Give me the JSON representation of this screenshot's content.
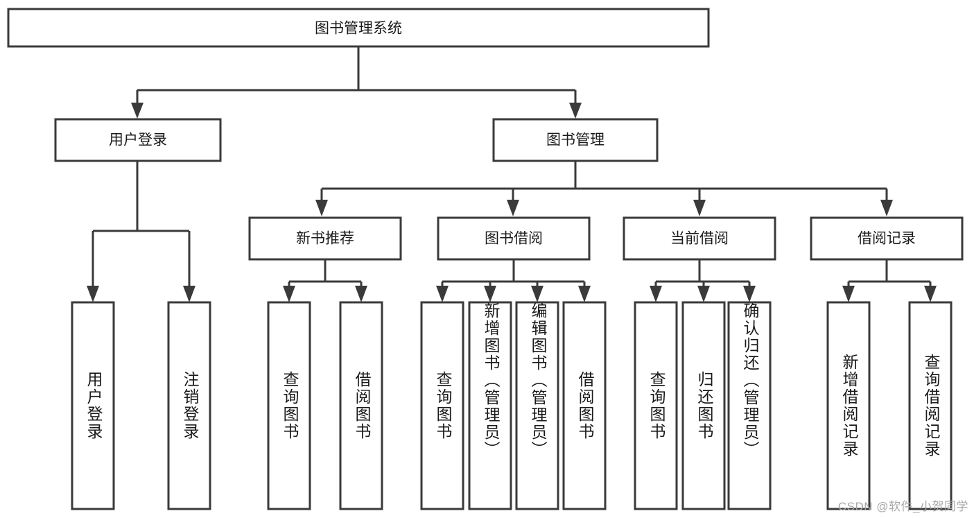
{
  "diagram": {
    "title": "图书管理系统",
    "watermark": "CSDN @软件_小贺同学",
    "stroke_color": "#3a3a3a",
    "fill_color": "#ffffff",
    "text_color": "#1a1a1a",
    "watermark_color": "#a8a8a8"
  },
  "chart_data": {
    "type": "tree",
    "title": "图书管理系统",
    "root": {
      "label": "图书管理系统",
      "children": [
        {
          "label": "用户登录",
          "children": [
            {
              "label": "用户登录"
            },
            {
              "label": "注销登录"
            }
          ]
        },
        {
          "label": "图书管理",
          "children": [
            {
              "label": "新书推荐",
              "children": [
                {
                  "label": "查询图书"
                },
                {
                  "label": "借阅图书"
                }
              ]
            },
            {
              "label": "图书借阅",
              "children": [
                {
                  "label": "查询图书"
                },
                {
                  "label": "新增图书（管理员）"
                },
                {
                  "label": "编辑图书（管理员）"
                },
                {
                  "label": "借阅图书"
                }
              ]
            },
            {
              "label": "当前借阅",
              "children": [
                {
                  "label": "查询图书"
                },
                {
                  "label": "归还图书"
                },
                {
                  "label": "确认归还（管理员）"
                }
              ]
            },
            {
              "label": "借阅记录",
              "children": [
                {
                  "label": "新增借阅记录"
                },
                {
                  "label": "查询借阅记录"
                }
              ]
            }
          ]
        }
      ]
    }
  },
  "nodes": {
    "root": {
      "label": "图书管理系统"
    },
    "level1": [
      {
        "label": "用户登录"
      },
      {
        "label": "图书管理"
      }
    ],
    "level2": [
      {
        "label": "新书推荐"
      },
      {
        "label": "图书借阅"
      },
      {
        "label": "当前借阅"
      },
      {
        "label": "借阅记录"
      }
    ],
    "leaves_login": [
      {
        "label": "用户登录"
      },
      {
        "label": "注销登录"
      }
    ],
    "leaves_newbook": [
      {
        "label": "查询图书"
      },
      {
        "label": "借阅图书"
      }
    ],
    "leaves_borrow": [
      {
        "label": "查询图书"
      },
      {
        "label": "新增图书（管理员）"
      },
      {
        "label": "编辑图书（管理员）"
      },
      {
        "label": "借阅图书"
      }
    ],
    "leaves_current": [
      {
        "label": "查询图书"
      },
      {
        "label": "归还图书"
      },
      {
        "label": "确认归还（管理员）"
      }
    ],
    "leaves_record": [
      {
        "label": "新增借阅记录"
      },
      {
        "label": "查询借阅记录"
      }
    ]
  }
}
